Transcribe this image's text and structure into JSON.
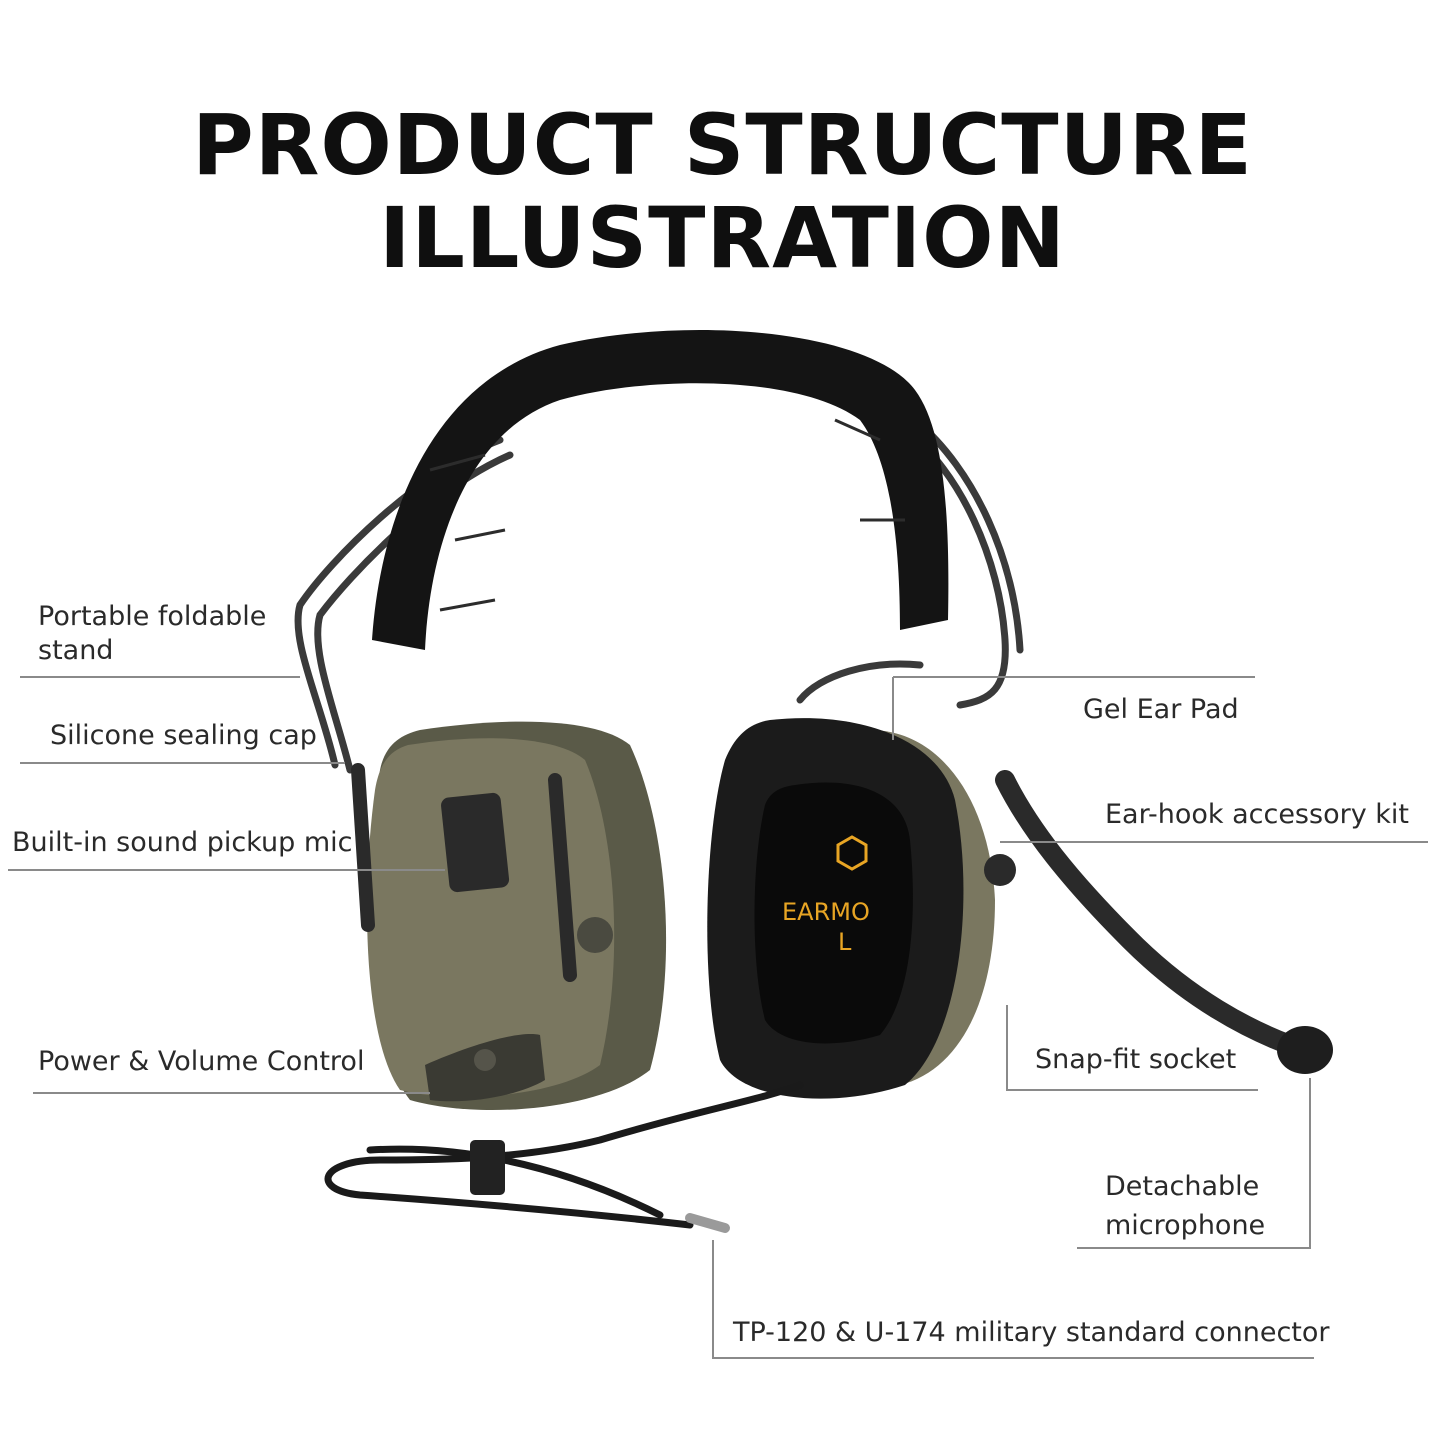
{
  "title": {
    "line1": "PRODUCT STRUCTURE",
    "line2": "ILLUSTRATION"
  },
  "labels": {
    "foldable_stand": "Portable foldable stand",
    "foldable_stand_line1": "Portable foldable",
    "foldable_stand_line2": "stand",
    "sealing_cap": "Silicone sealing cap",
    "pickup_mic": "Built-in sound pickup mic",
    "power_volume": "Power & Volume Control",
    "gel_pad": "Gel Ear Pad",
    "ear_hook": "Ear-hook accessory kit",
    "snap_fit": "Snap-fit socket",
    "detachable_mic_line1": "Detachable",
    "detachable_mic_line2": "microphone",
    "connector": "TP-120 & U-174 military standard connector"
  },
  "cup_logo": {
    "brand": "EARMO",
    "side": "L"
  },
  "colors": {
    "olive": "#7a7760",
    "olive_dark": "#5c5a47",
    "pad_black": "#1b1b1b",
    "headband": "#141414",
    "leader_line": "#8a8a8a",
    "logo_gold": "#e8a524"
  }
}
